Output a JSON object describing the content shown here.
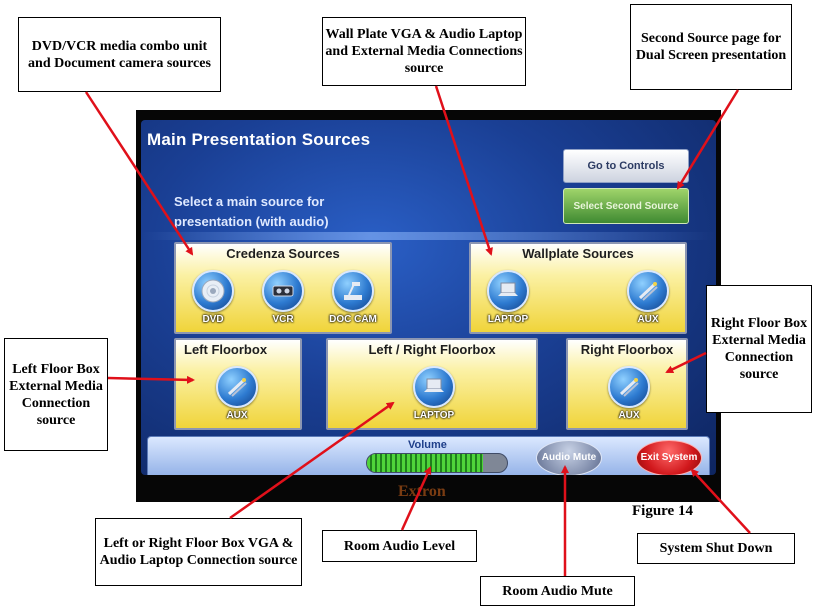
{
  "callouts": {
    "dvd_vcr": "DVD/VCR media combo unit and Document camera sources",
    "wallplate": "Wall Plate VGA & Audio Laptop and External Media Connections source",
    "second_source": "Second Source page for Dual Screen presentation",
    "left_floor": "Left Floor Box External Media Connection source",
    "right_floor": "Right Floor Box External Media Connection source",
    "lr_floor": "Left or Right Floor Box VGA & Audio Laptop Connection source",
    "room_audio_level": "Room Audio Level",
    "room_audio_mute": "Room Audio Mute",
    "system_shutdown": "System Shut Down"
  },
  "figure_label": "Figure 14",
  "panel": {
    "title": "Main Presentation Sources",
    "instruction": "Select a main source for presentation (with audio)",
    "goto_controls": "Go to Controls",
    "select_second_source": "Select Second Source",
    "brand": "Extron",
    "credenza": {
      "title": "Credenza Sources",
      "items": [
        {
          "label": "DVD",
          "icon": "dvd-disc-icon"
        },
        {
          "label": "VCR",
          "icon": "vcr-icon"
        },
        {
          "label": "DOC CAM",
          "icon": "document-camera-icon"
        }
      ]
    },
    "wallplate": {
      "title": "Wallplate Sources",
      "items": [
        {
          "label": "LAPTOP",
          "icon": "laptop-icon"
        },
        {
          "label": "AUX",
          "icon": "aux-cable-icon"
        }
      ]
    },
    "left_floorbox": {
      "title": "Left Floorbox",
      "items": [
        {
          "label": "AUX",
          "icon": "aux-cable-icon"
        }
      ]
    },
    "lr_floorbox": {
      "title": "Left / Right Floorbox",
      "items": [
        {
          "label": "LAPTOP",
          "icon": "laptop-icon"
        }
      ]
    },
    "right_floorbox": {
      "title": "Right Floorbox",
      "items": [
        {
          "label": "AUX",
          "icon": "aux-cable-icon"
        }
      ]
    },
    "volume": {
      "label": "Volume",
      "level": 0.83
    },
    "audio_mute": "Audio Mute",
    "exit_system": "Exit System"
  },
  "colors": {
    "arrow": "#e0101a",
    "panel_blue": "#1a3f94",
    "group_yellow": "#f0d43a",
    "exit_red": "#d1181c",
    "second_source_green": "#5aa83c"
  }
}
